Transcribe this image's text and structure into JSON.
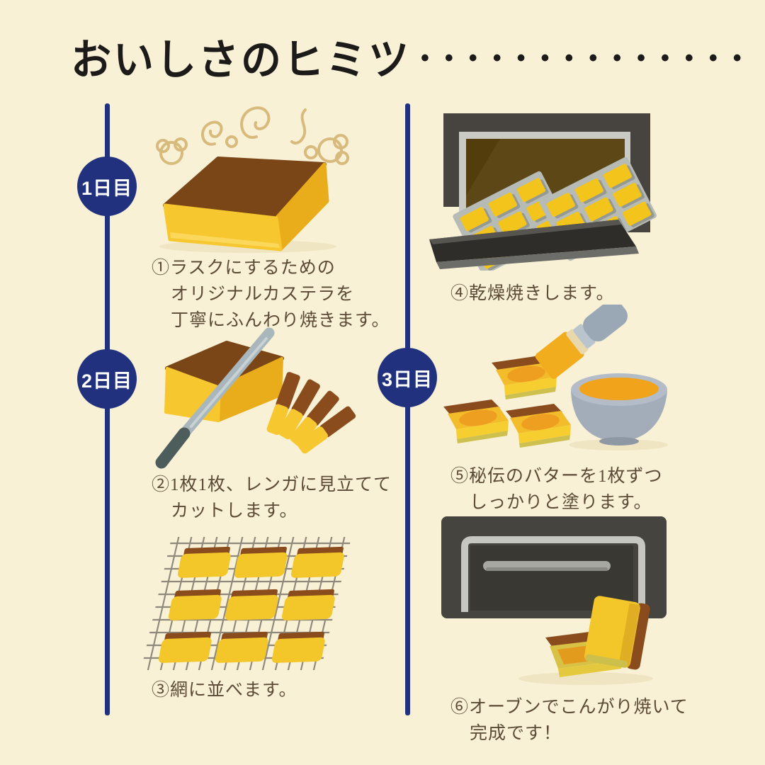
{
  "title": {
    "text": "おいしさのヒミツ",
    "dots": "••••••••••••••"
  },
  "timeline": {
    "day1_label": "1日目",
    "day2_label": "2日目",
    "day3_label": "3日目"
  },
  "steps": [
    {
      "caption_lines": [
        "①ラスクにするための",
        "オリジナルカステラを",
        "丁寧にふんわり焼きます。"
      ],
      "illustration": "steaming-castella-cake"
    },
    {
      "caption_lines": [
        "②1枚1枚、レンガに見立てて",
        "カットします。"
      ],
      "illustration": "knife-cutting-castella"
    },
    {
      "caption_lines": [
        "③網に並べます。"
      ],
      "illustration": "slices-on-wire-rack"
    },
    {
      "caption_lines": [
        "④乾燥焼きします。"
      ],
      "illustration": "drying-oven-with-trays"
    },
    {
      "caption_lines": [
        "⑤秘伝のバターを1枚ずつ",
        "しっかりと塗ります。"
      ],
      "illustration": "brushing-butter-and-bowl"
    },
    {
      "caption_lines": [
        "⑥オーブンでこんがり焼いて",
        "完成です！"
      ],
      "illustration": "oven-and-finished-rusks"
    }
  ],
  "colors": {
    "background": "#f8f1d6",
    "title_text": "#1c1b19",
    "timeline_navy": "#21317e",
    "badge_text": "#ffffff",
    "caption_text": "#5b4a36",
    "castella_yellow": "#f6c72e",
    "castella_side_yellow": "#e9ad1c",
    "crust_brown": "#7b4617",
    "butter_orange": "#f0a41e",
    "steam_tan": "#d8ba7c",
    "oven_charcoal": "#474440",
    "knife_gray": "#a9b6bb",
    "bowl_gray": "#a3adb9"
  }
}
